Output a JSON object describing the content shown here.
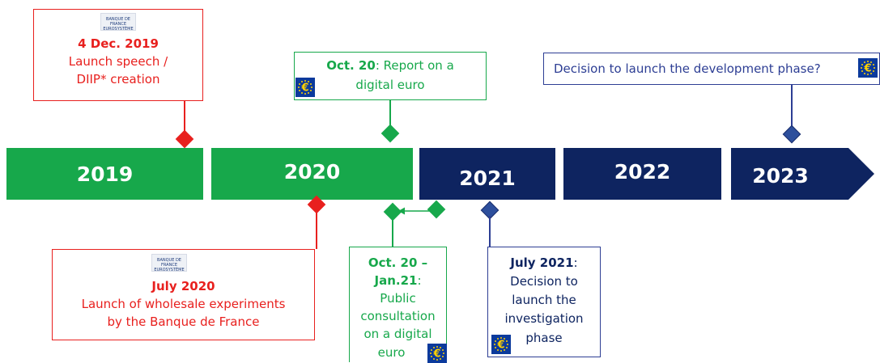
{
  "years": [
    "2019",
    "2020",
    "2021",
    "2022",
    "2023"
  ],
  "colors": {
    "green": "#17a84b",
    "navy": "#0e2460",
    "red": "#e8201e",
    "navy_border": "#2d3e94"
  },
  "logo": {
    "line1": "BANQUE DE FRANCE",
    "line2": "EUROSYSTÈME"
  },
  "events": {
    "dec2019": {
      "date": "4 Dec. 2019",
      "line1": "Launch speech /",
      "line2": "DIIP* creation"
    },
    "jul2020": {
      "date": "July 2020",
      "line1": "Launch of wholesale experiments",
      "line2": "by the Banque de France"
    },
    "oct20_report": {
      "date": "Oct. 20",
      "rest": ": Report on a",
      "line2": "digital euro"
    },
    "consultation": {
      "date1": "Oct. 20 –",
      "date2": "Jan.21",
      "colon": ":",
      "line1": "Public",
      "line2": "consultation",
      "line3": "on a digital",
      "line4": "euro"
    },
    "jul2021": {
      "date": "July 2021",
      "colon": ":",
      "line1": "Decision to",
      "line2": "launch the",
      "line3": "investigation",
      "line4": "phase"
    },
    "dev_phase": {
      "text": "Decision to launch the development phase?"
    }
  },
  "icons": {
    "euro": "euro-flag-icon",
    "logo": "banque-de-france-logo"
  }
}
